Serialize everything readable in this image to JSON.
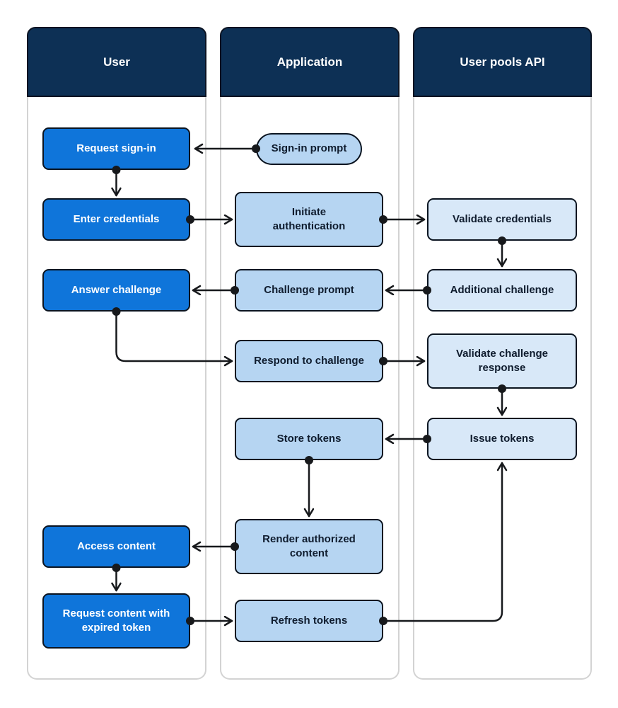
{
  "lanes": [
    {
      "title": "User"
    },
    {
      "title": "Application"
    },
    {
      "title": "User pools API"
    }
  ],
  "nodes": {
    "request_sign_in": {
      "label": "Request sign-in",
      "lane": "User"
    },
    "enter_credentials": {
      "label": "Enter credentials",
      "lane": "User"
    },
    "answer_challenge": {
      "label": "Answer challenge",
      "lane": "User"
    },
    "access_content": {
      "label": "Access content",
      "lane": "User"
    },
    "request_content_with_expired_token": {
      "label": "Request content with\nexpired token",
      "lane": "User"
    },
    "sign_in_prompt": {
      "label": "Sign-in prompt",
      "lane": "Application",
      "shape": "stadium"
    },
    "initiate_authentication": {
      "label": "Initiate\nauthentication",
      "lane": "Application"
    },
    "challenge_prompt": {
      "label": "Challenge prompt",
      "lane": "Application"
    },
    "respond_to_challenge": {
      "label": "Respond to challenge",
      "lane": "Application"
    },
    "store_tokens": {
      "label": "Store tokens",
      "lane": "Application"
    },
    "render_authorized_content": {
      "label": "Render authorized\ncontent",
      "lane": "Application"
    },
    "refresh_tokens": {
      "label": "Refresh tokens",
      "lane": "Application"
    },
    "validate_credentials": {
      "label": "Validate credentials",
      "lane": "User pools API"
    },
    "additional_challenge": {
      "label": "Additional challenge",
      "lane": "User pools API"
    },
    "validate_challenge_response": {
      "label": "Validate challenge\nresponse",
      "lane": "User pools API"
    },
    "issue_tokens": {
      "label": "Issue tokens",
      "lane": "User pools API"
    }
  },
  "edges": [
    {
      "from": "sign_in_prompt",
      "to": "request_sign_in"
    },
    {
      "from": "request_sign_in",
      "to": "enter_credentials"
    },
    {
      "from": "enter_credentials",
      "to": "initiate_authentication"
    },
    {
      "from": "initiate_authentication",
      "to": "validate_credentials"
    },
    {
      "from": "validate_credentials",
      "to": "additional_challenge"
    },
    {
      "from": "additional_challenge",
      "to": "challenge_prompt"
    },
    {
      "from": "challenge_prompt",
      "to": "answer_challenge"
    },
    {
      "from": "answer_challenge",
      "to": "respond_to_challenge"
    },
    {
      "from": "respond_to_challenge",
      "to": "validate_challenge_response"
    },
    {
      "from": "validate_challenge_response",
      "to": "issue_tokens"
    },
    {
      "from": "issue_tokens",
      "to": "store_tokens"
    },
    {
      "from": "store_tokens",
      "to": "render_authorized_content"
    },
    {
      "from": "render_authorized_content",
      "to": "access_content"
    },
    {
      "from": "access_content",
      "to": "request_content_with_expired_token"
    },
    {
      "from": "request_content_with_expired_token",
      "to": "refresh_tokens"
    },
    {
      "from": "refresh_tokens",
      "to": "issue_tokens"
    }
  ],
  "colors": {
    "lane_header_bg": "#0d3055",
    "lane_header_border": "#0b1322",
    "lane_border": "#d3d3d3",
    "lane_bg": "#ffffff",
    "user_node_bg": "#0f75da",
    "app_node_bg": "#b6d5f2",
    "api_node_bg": "#d8e8f8",
    "node_border": "#0b1420",
    "connector": "#17191c",
    "node_text_dark": "#0f1c2e",
    "node_text_light": "#ffffff",
    "page_bg": "#ffffff"
  }
}
